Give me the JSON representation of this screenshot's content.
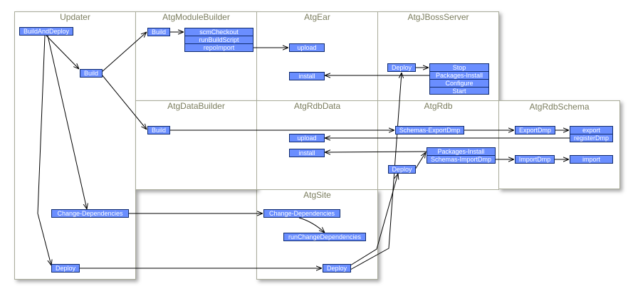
{
  "panels": {
    "updater": "Updater",
    "module_builder": "AtgModuleBuilder",
    "ear": "AtgEar",
    "jboss": "AtgJBossServer",
    "data_builder": "AtgDataBuilder",
    "rdb_data": "AtgRdbData",
    "rdb": "AtgRdb",
    "rdb_schema": "AtgRdbSchema",
    "site": "AtgSite"
  },
  "nodes": {
    "build_and_deploy": "BuildAndDeploy",
    "updater_build": "Build",
    "updater_change_deps": "Change-Dependencies",
    "updater_deploy": "Deploy",
    "module_build": "Build",
    "scm_checkout": "scmCheckout",
    "run_build_script": "runBuildScript",
    "repo_import": "repoImport",
    "ear_upload": "upload",
    "ear_install": "install",
    "jboss_deploy": "Deploy",
    "jboss_stop": "Stop",
    "jboss_packages_install": "Packages-Install",
    "jboss_configure": "Configure",
    "jboss_start": "Start",
    "data_build": "Build",
    "rdbdata_upload": "upload",
    "rdbdata_install": "install",
    "schemas_export": "Schemas-ExportDmp",
    "rdb_packages_install": "Packages-Install",
    "schemas_import": "Schemas-ImportDmp",
    "rdb_deploy": "Deploy",
    "export_dmp": "ExportDmp",
    "export": "export",
    "register_dmp": "registerDmp",
    "import_dmp": "ImportDmp",
    "import": "import",
    "site_change_deps": "Change-Dependencies",
    "run_change_deps": "runChangeDependencies",
    "site_deploy": "Deploy"
  }
}
